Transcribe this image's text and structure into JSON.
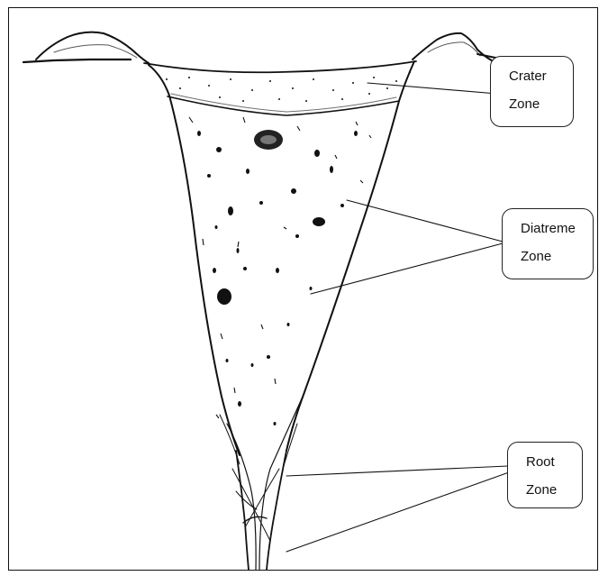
{
  "labels": {
    "crater": {
      "line1": "Crater",
      "line2": "Zone"
    },
    "diatreme": {
      "line1": "Diatreme",
      "line2": "Zone"
    },
    "root": {
      "line1": "Root",
      "line2": "Zone"
    }
  },
  "colors": {
    "ink": "#111111",
    "background": "#ffffff"
  }
}
